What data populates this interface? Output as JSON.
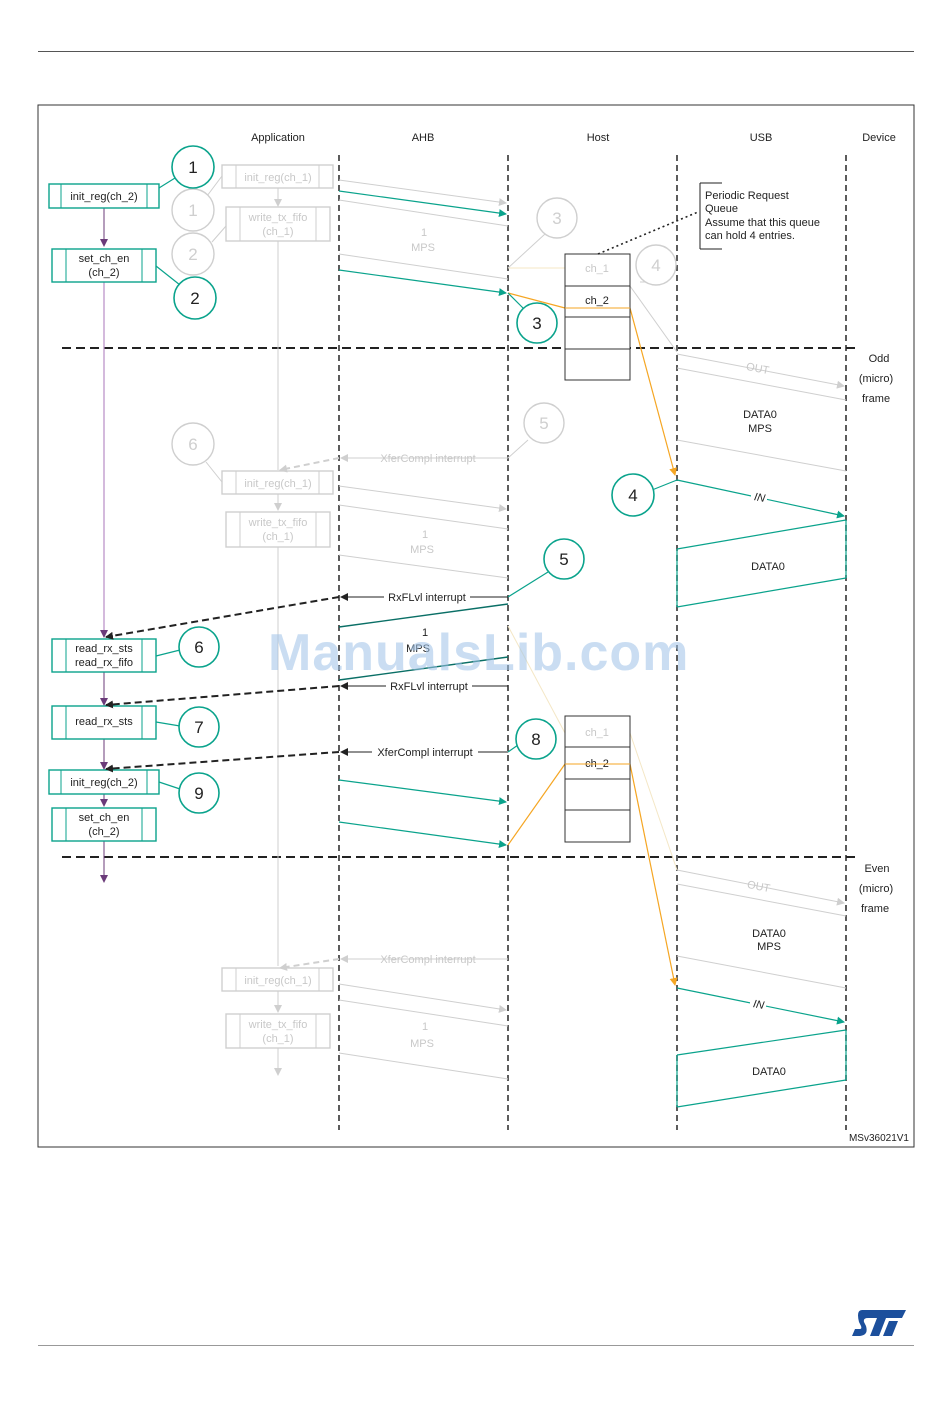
{
  "lanes": [
    "Application",
    "AHB",
    "Host",
    "USB",
    "Device"
  ],
  "note": {
    "lines": [
      "Periodic Request",
      "Queue",
      "Assume that this queue",
      "can hold 4 entries."
    ]
  },
  "frames": {
    "odd": [
      "Odd",
      "(micro)",
      "frame"
    ],
    "even": [
      "Even",
      "(micro)",
      "frame"
    ]
  },
  "app_boxes": {
    "init_ch2_a": "init_reg(ch_2)",
    "set_en_a": [
      "set_ch_en",
      "(ch_2)"
    ],
    "read_rx_both": [
      "read_rx_sts",
      "read_rx_fifo"
    ],
    "read_rx_sts": "read_rx_sts",
    "init_ch2_b": "init_reg(ch_2)",
    "set_en_b": [
      "set_ch_en",
      "(ch_2)"
    ]
  },
  "faint_boxes": {
    "init_ch1": "init_reg(ch_1)",
    "write_fifo": [
      "write_tx_fifo",
      "(ch_1)"
    ]
  },
  "queue_entries": [
    "ch_1",
    "ch_2"
  ],
  "signals": {
    "one": "1",
    "mps": "MPS",
    "out": "OUT",
    "in": "IN",
    "data0": "DATA0",
    "xfercompl": "XferCompl interrupt",
    "rxflvl": "RxFLvl interrupt"
  },
  "callouts": [
    "1",
    "2",
    "3",
    "4",
    "5",
    "6",
    "7",
    "8",
    "9"
  ],
  "figure_id": "MSv36021V1",
  "watermark": "ManualsLib.com",
  "colors": {
    "teal": "#0aa38c",
    "orange": "#f5a623",
    "purple": "#6b3b7a",
    "faint": "#cfcfcf",
    "dark": "#222222"
  },
  "icons": [
    "st-logo"
  ]
}
